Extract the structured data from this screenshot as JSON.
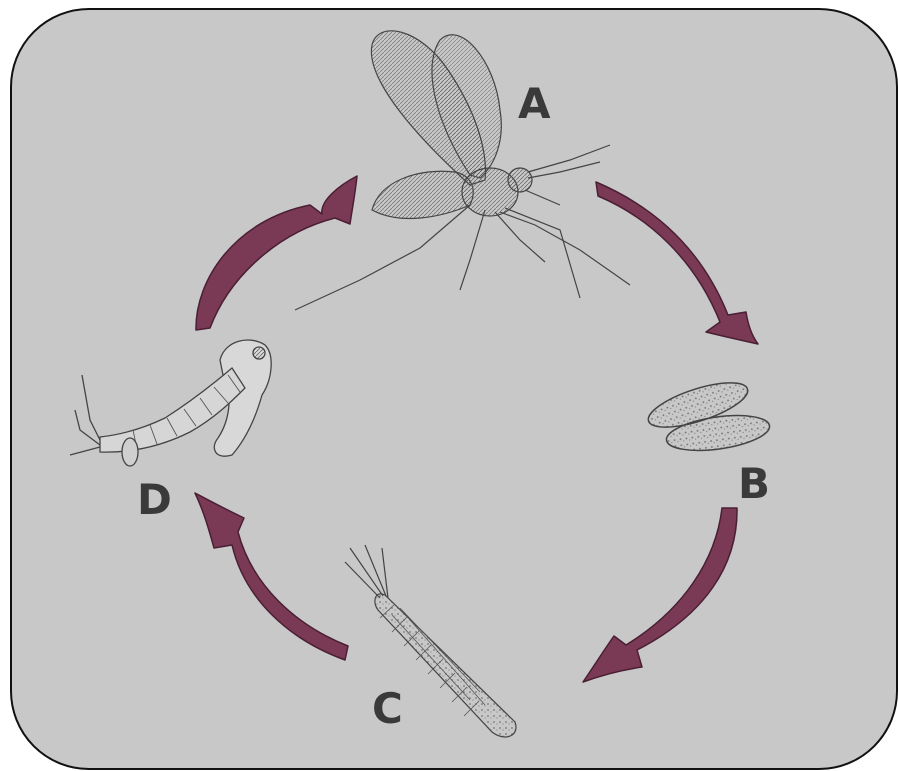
{
  "diagram": {
    "labels": {
      "a": "A",
      "b": "B",
      "c": "C",
      "d": "D"
    },
    "stages": {
      "a": "adult-fly",
      "b": "eggs",
      "c": "larva",
      "d": "pupa"
    },
    "colors": {
      "panel": "#c8c8c8",
      "arrow": "#7a3a56",
      "arrow_edge": "#4a1f33",
      "ink": "#3a3a3a"
    }
  }
}
